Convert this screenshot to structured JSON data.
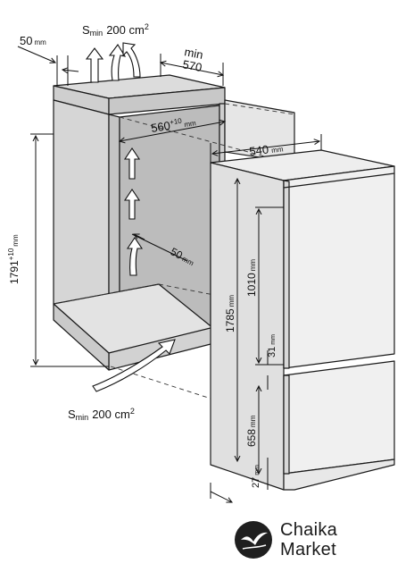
{
  "labels": {
    "vent_top_50": "50",
    "vent_top_50_unit": "mm",
    "smin_top": "S",
    "smin_top_sub": "min",
    "smin_top_val": "200 cm",
    "smin_top_sup": "2",
    "min_depth": "min",
    "min_depth_val": "570",
    "niche_width": "560",
    "niche_width_tol": "+10",
    "niche_width_unit": "mm",
    "fridge_width": "540",
    "fridge_width_unit": "mm",
    "niche_height": "1791",
    "niche_height_tol": "+10",
    "niche_height_unit": "mm",
    "vent_side_50": "50",
    "vent_side_50_unit": "mm",
    "fridge_height": "1785",
    "fridge_height_unit": "mm",
    "door_top": "1010",
    "door_top_unit": "mm",
    "gap": "31",
    "gap_unit": "mm",
    "door_bottom": "658",
    "door_bottom_unit": "mm",
    "plinth": "27",
    "plinth_unit": "mm",
    "smin_bottom": "S",
    "smin_bottom_sub": "min",
    "smin_bottom_val": "200 cm",
    "smin_bottom_sup": "2"
  },
  "brand": {
    "line1": "Chaika",
    "line2": "Market"
  },
  "colors": {
    "cabinet": "#d9d9d9",
    "cabinet_inner": "#bdbdbd",
    "fridge": "#ececec",
    "line": "#1a1a1a"
  }
}
